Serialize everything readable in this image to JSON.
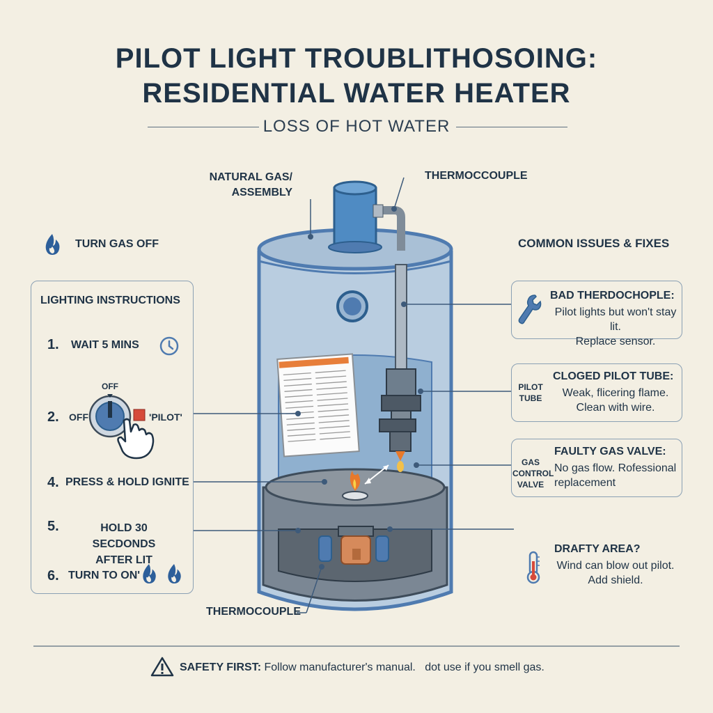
{
  "header": {
    "title_line1": "PILOT LIGHT TROUBLITHOSOING:",
    "title_line2": "RESIDENTIAL WATER HEATER",
    "subtitle": "LOSS OF HOT WATER"
  },
  "callouts": {
    "natural_gas_line1": "NATURAL GAS/",
    "natural_gas_line2": "ASSEMBLY",
    "thermocouple_top": "THERMOCCOUPLE",
    "thermocouple_bottom": "THERMOCOUPLE"
  },
  "turn_gas_off": "TURN GAS OFF",
  "lighting": {
    "heading": "LIGHTING INSTRUCTIONS",
    "steps": [
      {
        "num": "1.",
        "text": "WAIT 5 MINS"
      },
      {
        "num": "2.",
        "text_left": "OFF",
        "dial_label": "OFF",
        "text_right": "'PILOT'"
      },
      {
        "num": "4.",
        "text": "PRESS & HOLD IGNITE"
      },
      {
        "num": "5.",
        "text_line1": "HOLD 30 SECDONDS",
        "text_line2": "AFTER LIT"
      },
      {
        "num": "6.",
        "text": "TURN TO ON'"
      }
    ]
  },
  "issues": {
    "heading": "COMMON ISSUES & FIXES",
    "items": [
      {
        "title": "BAD THERDOCHOPLE:",
        "line1": "Pilot lights but won't stay lit.",
        "line2": "Replace sensor.",
        "side_label": ""
      },
      {
        "title": "CLOGED PILOT TUBE:",
        "line1": "Weak, flicering flame.",
        "line2": "Clean with wire.",
        "side_label_1": "PILOT",
        "side_label_2": "TUBE"
      },
      {
        "title": "FAULTY GAS VALVE:",
        "line1": "No gas flow. Rofessional",
        "line2": "replacement",
        "side_label_1": "GAS",
        "side_label_2": "CONTROL",
        "side_label_3": "VALVE"
      },
      {
        "title": "DRAFTY AREA?",
        "line1": "Wind can blow out pilot.",
        "line2": "Add shield."
      }
    ]
  },
  "footer": {
    "bold": "SAFETY FIRST:",
    "text": " Follow manufacturer's manual.   dot use if you smell gas."
  },
  "colors": {
    "background": "#f3efe3",
    "navy": "#1f3346",
    "tank_blue": "#a9c0d6",
    "tank_dark": "#4f7bb0",
    "flame": "#e8792b",
    "warning_red": "#d64a3a"
  }
}
